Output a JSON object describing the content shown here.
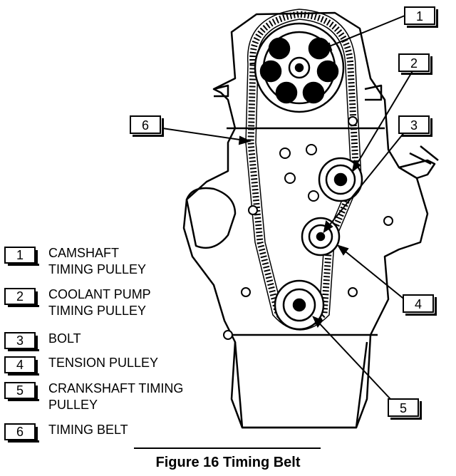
{
  "callouts": [
    {
      "num": "1",
      "label": "CAMSHAFT\nTIMING PULLEY"
    },
    {
      "num": "2",
      "label": "COOLANT PUMP\nTIMING PULLEY"
    },
    {
      "num": "3",
      "label": "BOLT"
    },
    {
      "num": "4",
      "label": "TENSION PULLEY"
    },
    {
      "num": "5",
      "label": "CRANKSHAFT TIMING\nPULLEY"
    },
    {
      "num": "6",
      "label": "TIMING BELT"
    }
  ],
  "caption": "Figure 16 Timing Belt"
}
